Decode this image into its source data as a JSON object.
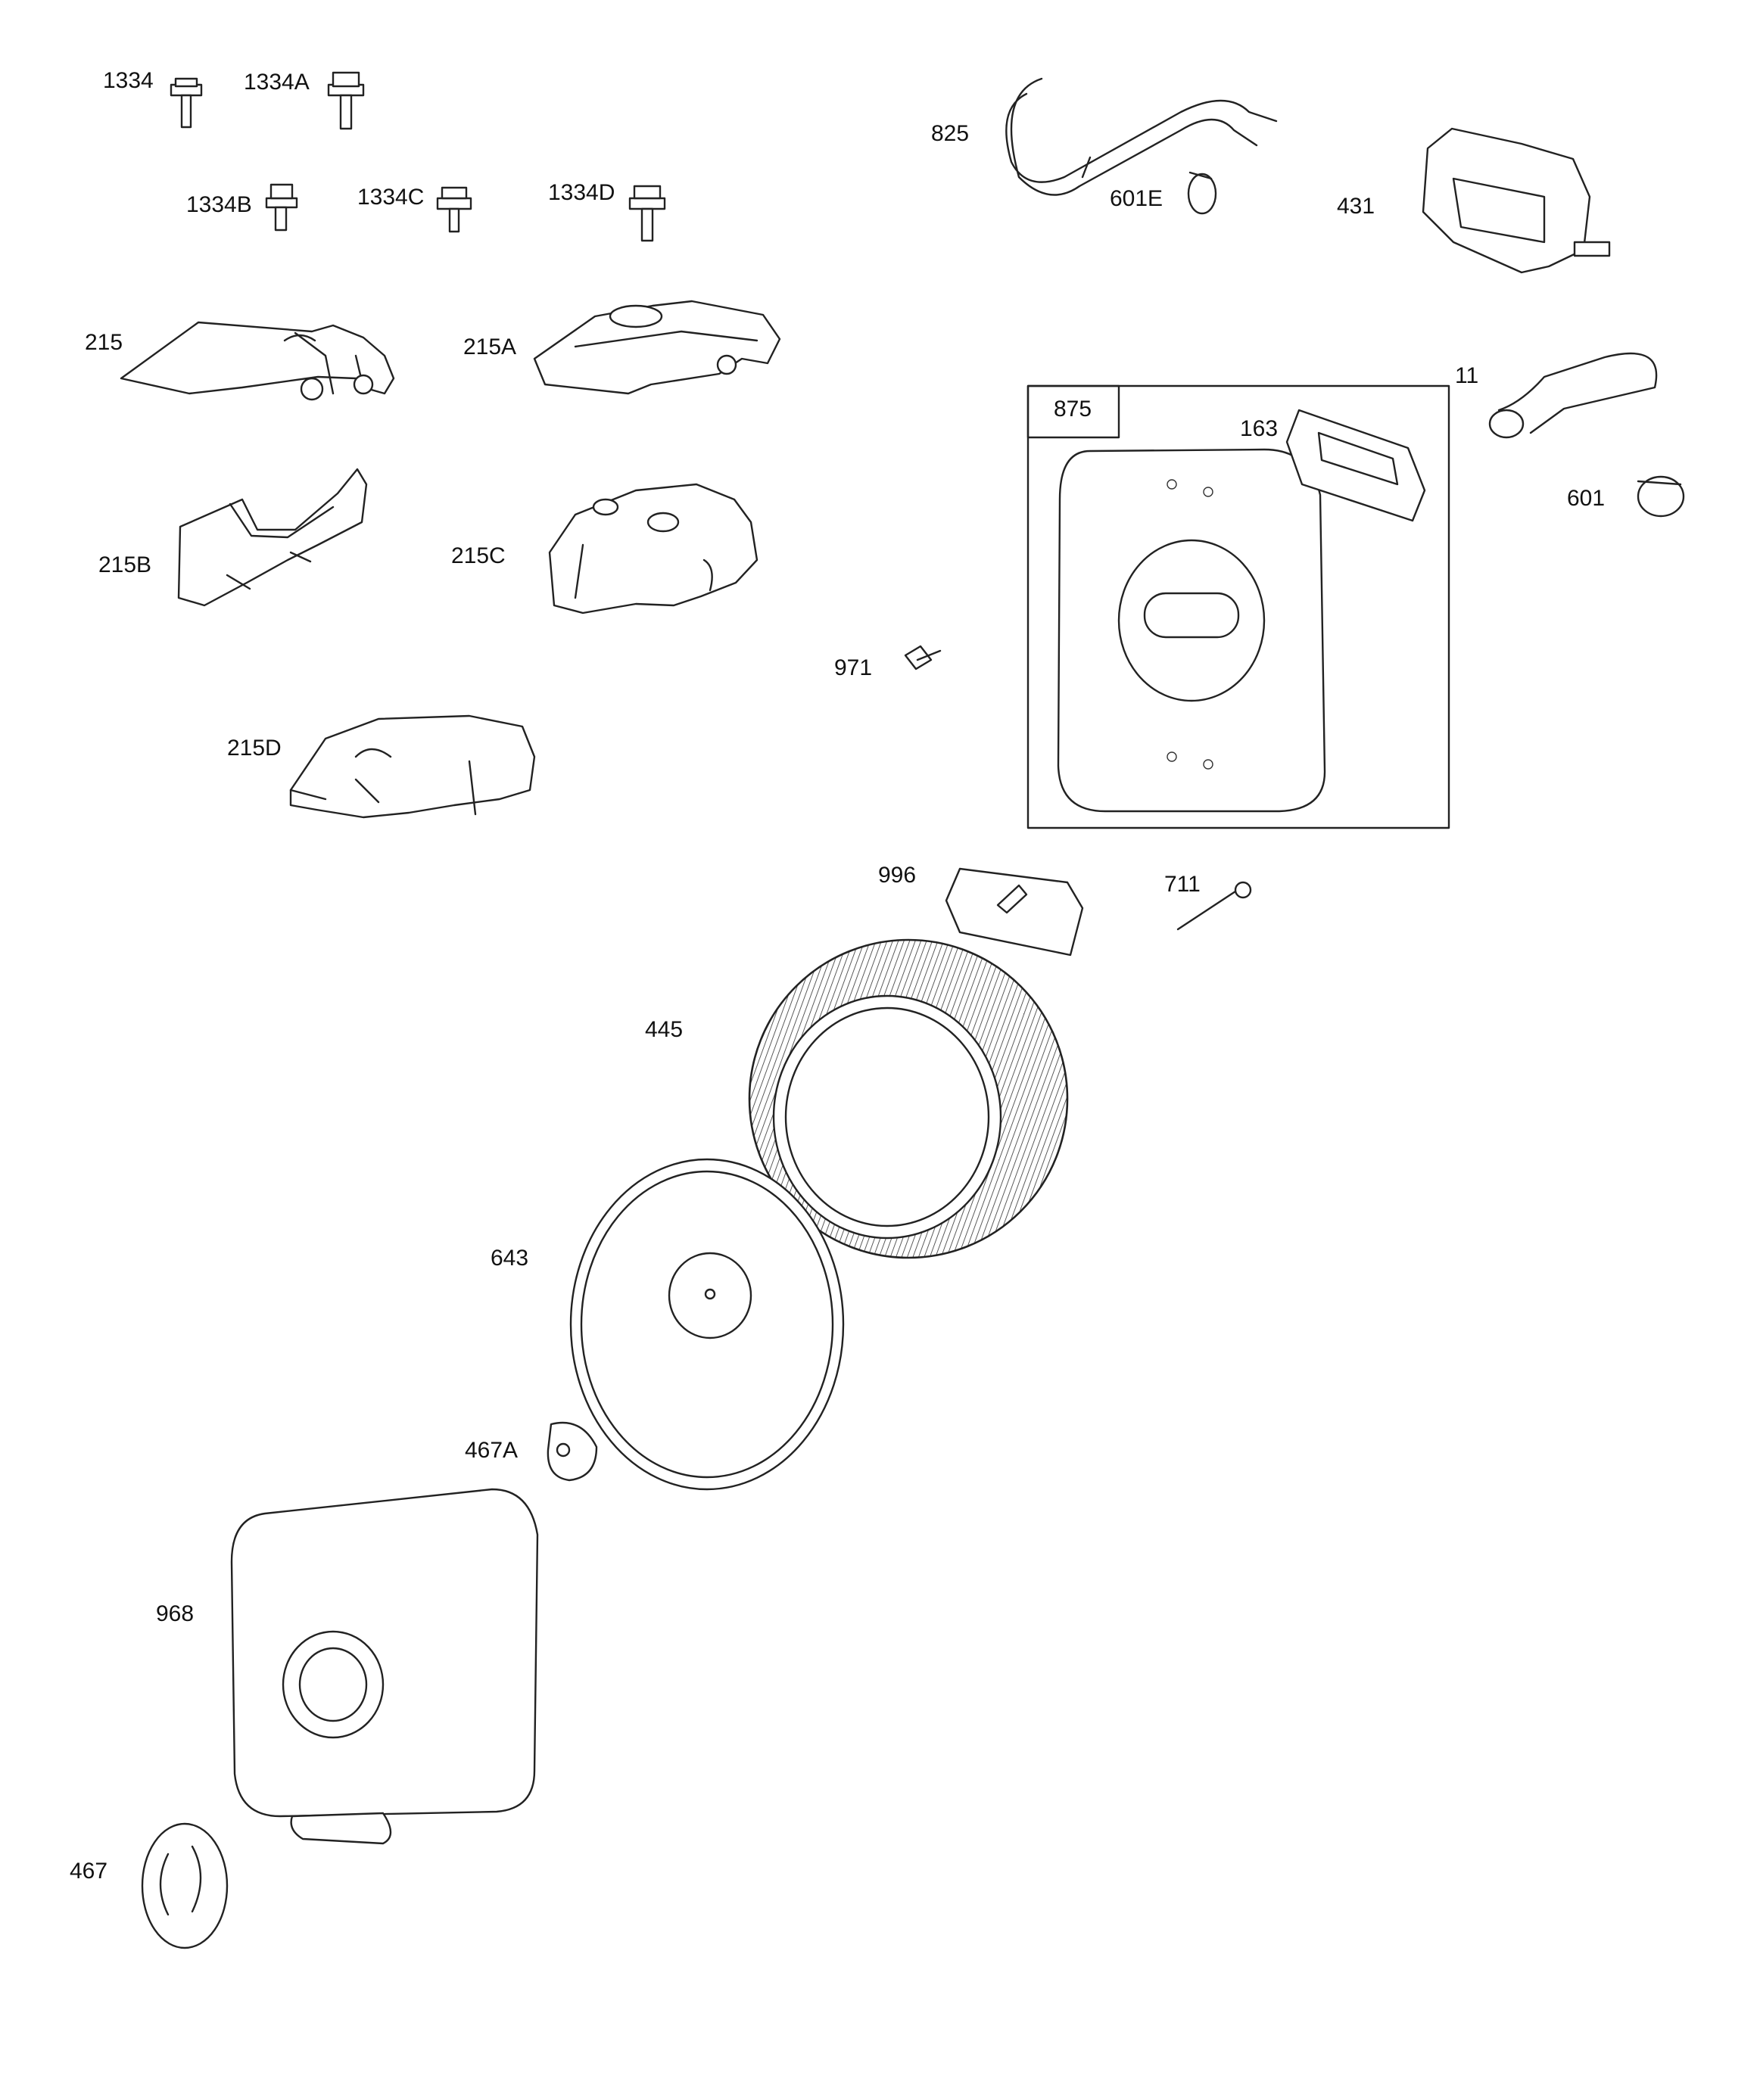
{
  "diagram": {
    "parts": [
      {
        "id": "p1334",
        "label": "1334"
      },
      {
        "id": "p1334A",
        "label": "1334A"
      },
      {
        "id": "p1334B",
        "label": "1334B"
      },
      {
        "id": "p1334C",
        "label": "1334C"
      },
      {
        "id": "p1334D",
        "label": "1334D"
      },
      {
        "id": "p215",
        "label": "215"
      },
      {
        "id": "p215A",
        "label": "215A"
      },
      {
        "id": "p215B",
        "label": "215B"
      },
      {
        "id": "p215C",
        "label": "215C"
      },
      {
        "id": "p215D",
        "label": "215D"
      },
      {
        "id": "p825",
        "label": "825"
      },
      {
        "id": "p601E",
        "label": "601E"
      },
      {
        "id": "p431",
        "label": "431"
      },
      {
        "id": "p11",
        "label": "11"
      },
      {
        "id": "p601",
        "label": "601"
      },
      {
        "id": "p875",
        "label": "875"
      },
      {
        "id": "p163",
        "label": "163"
      },
      {
        "id": "p971",
        "label": "971"
      },
      {
        "id": "p996",
        "label": "996"
      },
      {
        "id": "p711",
        "label": "711"
      },
      {
        "id": "p445",
        "label": "445"
      },
      {
        "id": "p643",
        "label": "643"
      },
      {
        "id": "p467A",
        "label": "467A"
      },
      {
        "id": "p968",
        "label": "968"
      },
      {
        "id": "p467",
        "label": "467"
      }
    ]
  }
}
